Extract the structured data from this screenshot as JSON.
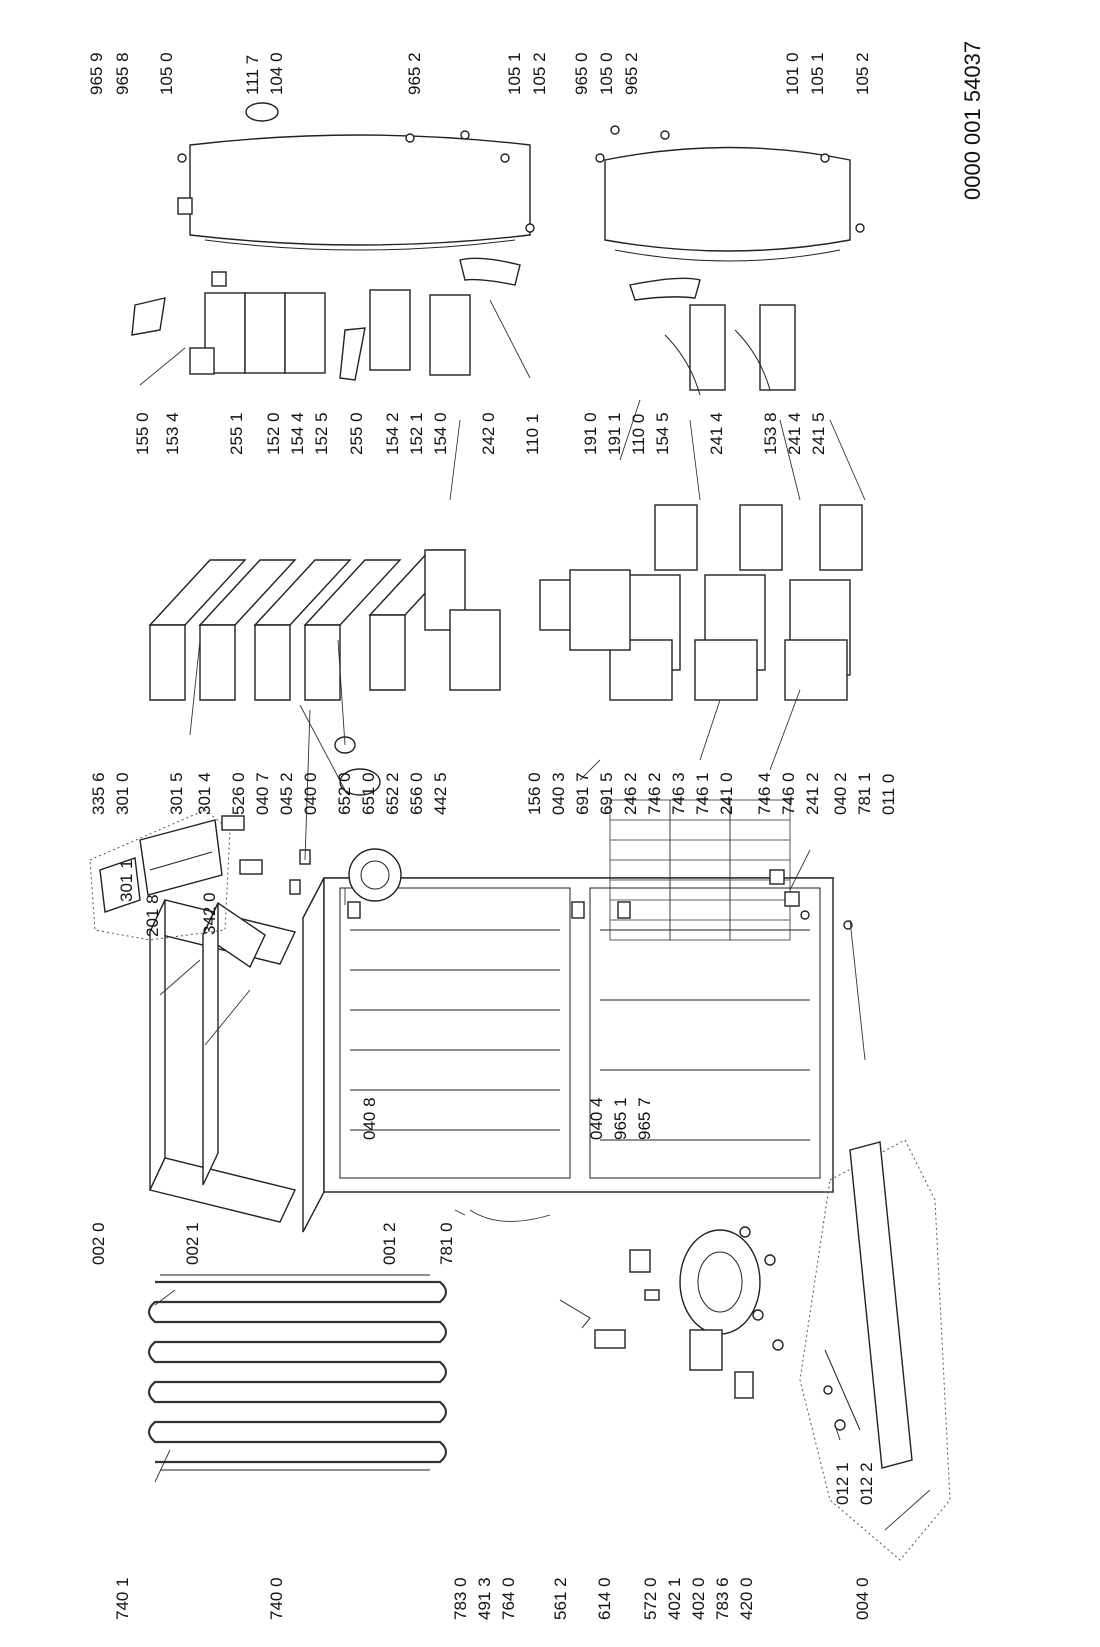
{
  "document_number": "0000 001 54037",
  "part_labels": {
    "p9659": "965 9",
    "p9658": "965 8",
    "p1050": "105 0",
    "p1117": "111 7",
    "p1040": "104 0",
    "p9652": "965 2",
    "p1051": "105 1",
    "p1052": "105 2",
    "p9650": "965 0",
    "p1010": "101 0",
    "p1550": "155 0",
    "p1534": "153 4",
    "p2551": "255 1",
    "p1520": "152 0",
    "p1544": "154 4",
    "p1525": "152 5",
    "p2550": "255 0",
    "p1542": "154 2",
    "p1521": "152 1",
    "p1540": "154 0",
    "p2420": "242 0",
    "p1101": "110 1",
    "p1910": "191 0",
    "p1911": "191 1",
    "p1100": "110 0",
    "p1545": "154 5",
    "p2414": "241 4",
    "p1538": "153 8",
    "p2415": "241 5",
    "p3356": "335 6",
    "p3010": "301 0",
    "p3015": "301 5",
    "p3014": "301 4",
    "p5260": "526 0",
    "p0407": "040 7",
    "p0452": "045 2",
    "p0400": "040 0",
    "p6520": "652 0",
    "p6510": "651 0",
    "p6522": "652 2",
    "p6560": "656 0",
    "p4425": "442 5",
    "p3011": "301 1",
    "p2018": "201 8",
    "p3420": "342 0",
    "p1560": "156 0",
    "p0403": "040 3",
    "p6917": "691 7",
    "p6915": "691 5",
    "p2462": "246 2",
    "p7462": "746 2",
    "p7463": "746 3",
    "p7461": "746 1",
    "p2410": "241 0",
    "p7464": "746 4",
    "p7460": "746 0",
    "p2412": "241 2",
    "p0402": "040 2",
    "p7811": "781 1",
    "p0110": "011 0",
    "p0020": "002 0",
    "p0021": "002 1",
    "p0408": "040 8",
    "p0012": "001 2",
    "p7810": "781 0",
    "p0404": "040 4",
    "p9651": "965 1",
    "p9657": "965 7",
    "p7401": "740 1",
    "p7400": "740 0",
    "p7830": "783 0",
    "p4913": "491 3",
    "p7640": "764 0",
    "p5612": "561 2",
    "p6140": "614 0",
    "p5720": "572 0",
    "p4021": "402 1",
    "p4020": "402 0",
    "p7836": "783 6",
    "p4200": "420 0",
    "p0040": "004 0",
    "p0121": "012 1",
    "p0122": "012 2"
  }
}
